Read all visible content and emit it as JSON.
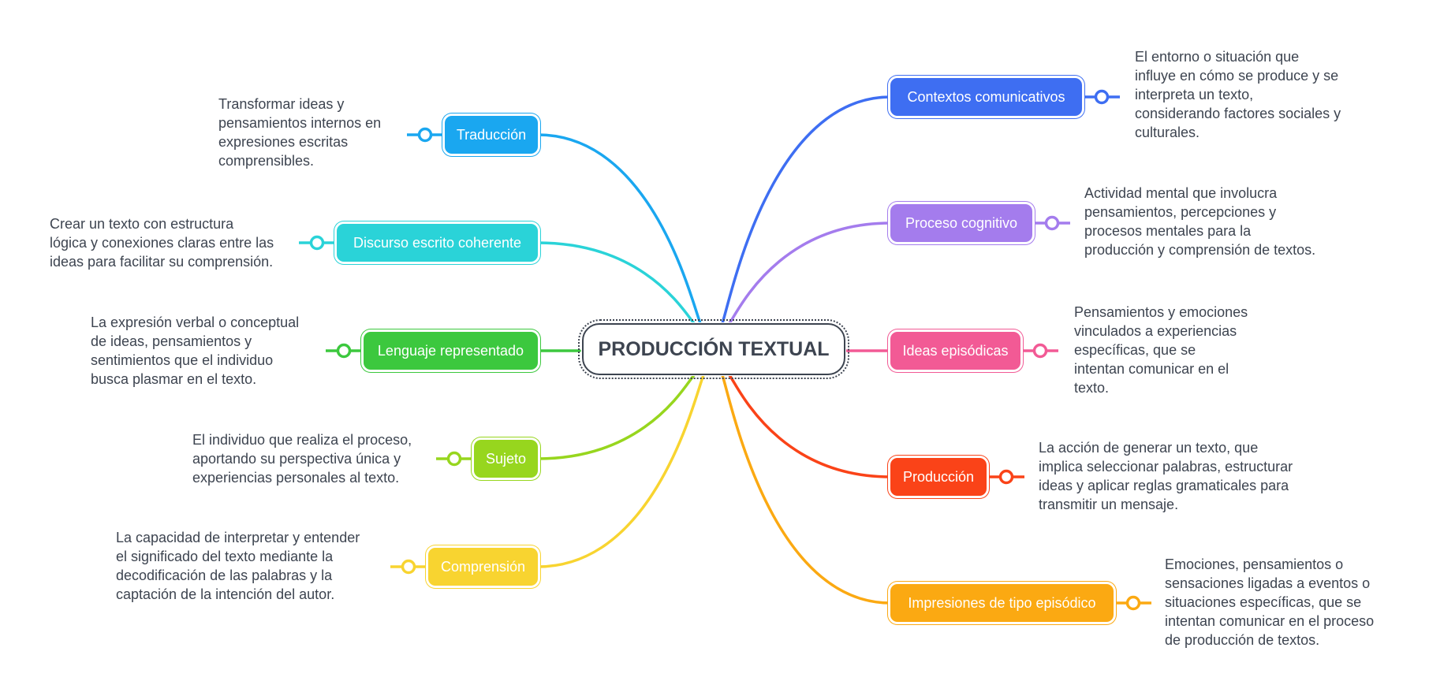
{
  "center": {
    "title": "PRODUCCIÓN TEXTUAL"
  },
  "left": [
    {
      "label": "Traducción",
      "color": "#1aa7f0",
      "description": [
        "Transformar ideas y",
        "pensamientos internos en",
        "expresiones escritas",
        "comprensibles."
      ]
    },
    {
      "label": "Discurso escrito coherente",
      "color": "#2ad3d8",
      "description": [
        "Crear un texto con estructura",
        "lógica y conexiones claras entre las",
        "ideas para facilitar su comprensión."
      ]
    },
    {
      "label": "Lenguaje representado",
      "color": "#3cc83e",
      "description": [
        "La expresión verbal o conceptual",
        "de ideas, pensamientos y",
        "sentimientos que el individuo",
        "busca plasmar en el texto."
      ]
    },
    {
      "label": "Sujeto",
      "color": "#97d61e",
      "description": [
        "El individuo que realiza el proceso,",
        "aportando su perspectiva única y",
        "experiencias personales al texto."
      ]
    },
    {
      "label": "Comprensión",
      "color": "#f8d430",
      "description": [
        "La capacidad de interpretar y entender",
        "el significado del texto mediante la",
        "decodificación de las palabras y la",
        "captación de la intención del autor."
      ]
    }
  ],
  "right": [
    {
      "label": "Contextos comunicativos",
      "color": "#3e6ef2",
      "description": [
        "El entorno o situación que",
        "influye en cómo se produce y se",
        "interpreta un texto,",
        "considerando factores sociales y",
        "culturales."
      ]
    },
    {
      "label": "Proceso cognitivo",
      "color": "#a47ced",
      "description": [
        "Actividad mental que involucra",
        "pensamientos, percepciones y",
        "procesos mentales para la",
        "producción y comprensión de textos."
      ]
    },
    {
      "label": "Ideas episódicas",
      "color": "#f25a95",
      "description": [
        "Pensamientos y emociones",
        "vinculados a experiencias",
        "específicas, que se",
        "intentan comunicar en el",
        "texto."
      ]
    },
    {
      "label": "Producción",
      "color": "#fa4318",
      "description": [
        "La acción de generar un texto, que",
        "implica seleccionar palabras, estructurar",
        "ideas y aplicar reglas gramaticales para",
        "transmitir un mensaje."
      ]
    },
    {
      "label": "Impresiones de tipo episódico",
      "color": "#fba912",
      "description": [
        "Emociones, pensamientos o",
        "sensaciones ligadas a eventos o",
        "situaciones específicas, que se",
        "intentan comunicar en el proceso",
        "de producción de textos."
      ]
    }
  ]
}
